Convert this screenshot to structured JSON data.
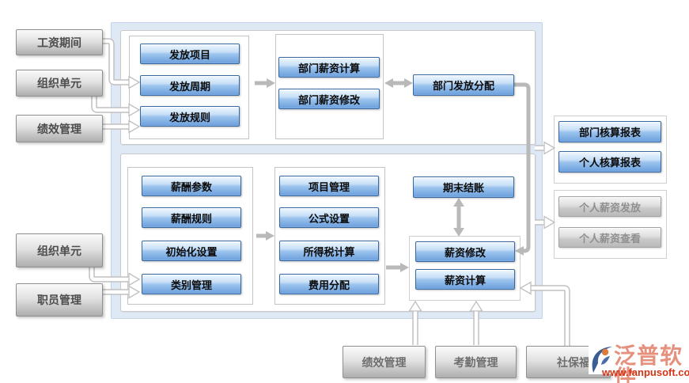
{
  "nodes": {
    "payout_items": "发放项目",
    "payout_cycle": "发放周期",
    "payout_rules": "发放规则",
    "dept_salary_calc": "部门薪资计算",
    "dept_salary_edit": "部门薪资修改",
    "dept_payout_allocation": "部门发放分配",
    "salary_params": "薪酬参数",
    "salary_rules": "薪酬规则",
    "init_settings": "初始化设置",
    "category_mgmt": "类别管理",
    "project_mgmt": "项目管理",
    "formula_settings": "公式设置",
    "income_tax_calc": "所得税计算",
    "expense_allocation": "费用分配",
    "period_end_closing": "期末结账",
    "salary_edit": "薪资修改",
    "salary_calc": "薪资计算",
    "dept_accounting_report": "部门核算报表",
    "personal_accounting_report": "个人核算报表",
    "personal_salary_payout": "个人薪资发放",
    "personal_salary_view": "个人薪资查看"
  },
  "inputs": {
    "salary_period": "工资期间",
    "org_unit_top": "组织单元",
    "performance_mgmt_left": "绩效管理",
    "org_unit_bottom": "组织单元",
    "staff_mgmt": "职员管理",
    "performance_mgmt_bottom": "绩效管理",
    "attendance_mgmt": "考勤管理",
    "social_security": "社保福利"
  },
  "logo": {
    "brand": "泛普软件",
    "website": "www.fanpusoft.com"
  },
  "colors": {
    "node_blue": "#6fa2dd",
    "node_border": "#39689f",
    "container_bg": "#dfe9f5",
    "arrow_gray": "#b9b9b9",
    "logo_brand": "#e6907e",
    "logo_link": "#d23415"
  }
}
